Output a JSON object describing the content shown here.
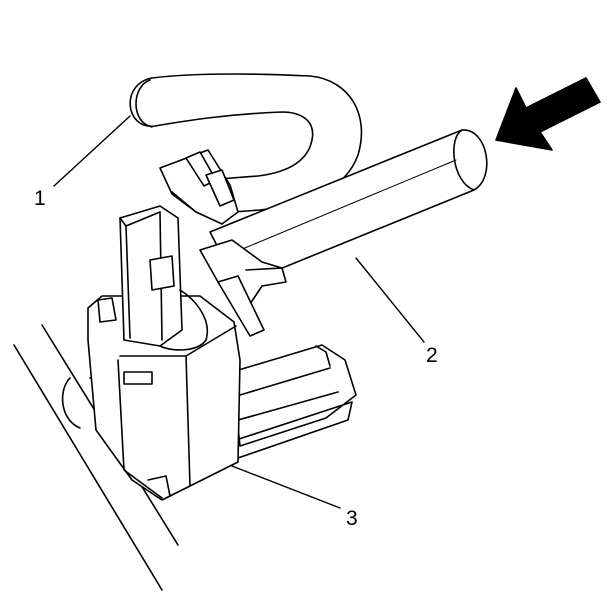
{
  "diagram": {
    "callouts": [
      {
        "id": "1",
        "label": "1"
      },
      {
        "id": "2",
        "label": "2"
      },
      {
        "id": "3",
        "label": "3"
      }
    ],
    "colors": {
      "line": "#000000",
      "fill": "#ffffff"
    }
  }
}
